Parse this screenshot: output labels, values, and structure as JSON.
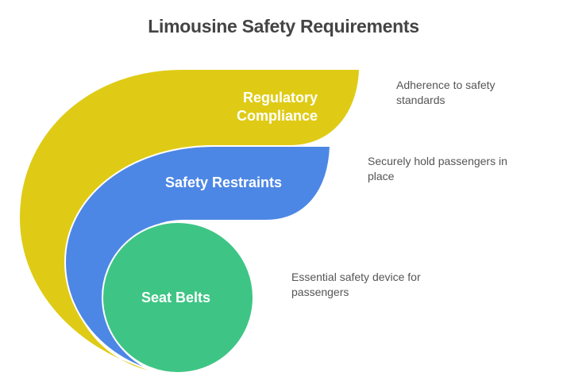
{
  "title": "Limousine Safety Requirements",
  "colors": {
    "regulatory": "#dfcb16",
    "restraints": "#4d87e5",
    "seatbelts": "#3ec585",
    "title_text": "#444444",
    "desc_text": "#555555"
  },
  "layers": [
    {
      "id": "regulatory-compliance",
      "label_line1": "Regulatory",
      "label_line2": "Compliance",
      "description_line1": "Adherence to safety",
      "description_line2": "standards"
    },
    {
      "id": "safety-restraints",
      "label": "Safety Restraints",
      "description_line1": "Securely hold passengers in",
      "description_line2": "place"
    },
    {
      "id": "seat-belts",
      "label": "Seat Belts",
      "description_line1": "Essential safety device for",
      "description_line2": "passengers"
    }
  ]
}
